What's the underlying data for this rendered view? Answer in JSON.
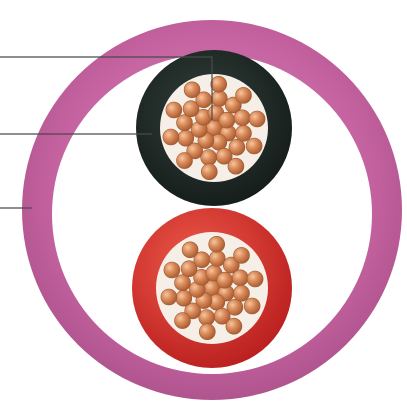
{
  "diagram": {
    "parts": [
      {
        "id": "outer-sheath",
        "color": "#c4629f"
      },
      {
        "id": "filler",
        "color": "#ffffff"
      },
      {
        "id": "black-core-insulation",
        "color": "#1f2b27"
      },
      {
        "id": "red-core-insulation",
        "color": "#d9302c"
      },
      {
        "id": "copper-strands",
        "color": "#c97a4f"
      }
    ],
    "callouts": [
      {
        "id": "conductor",
        "target": "copper-strands"
      },
      {
        "id": "insulation",
        "target": "black-core-insulation"
      },
      {
        "id": "sheath",
        "target": "outer-sheath"
      }
    ],
    "strands_per_core": 30
  }
}
